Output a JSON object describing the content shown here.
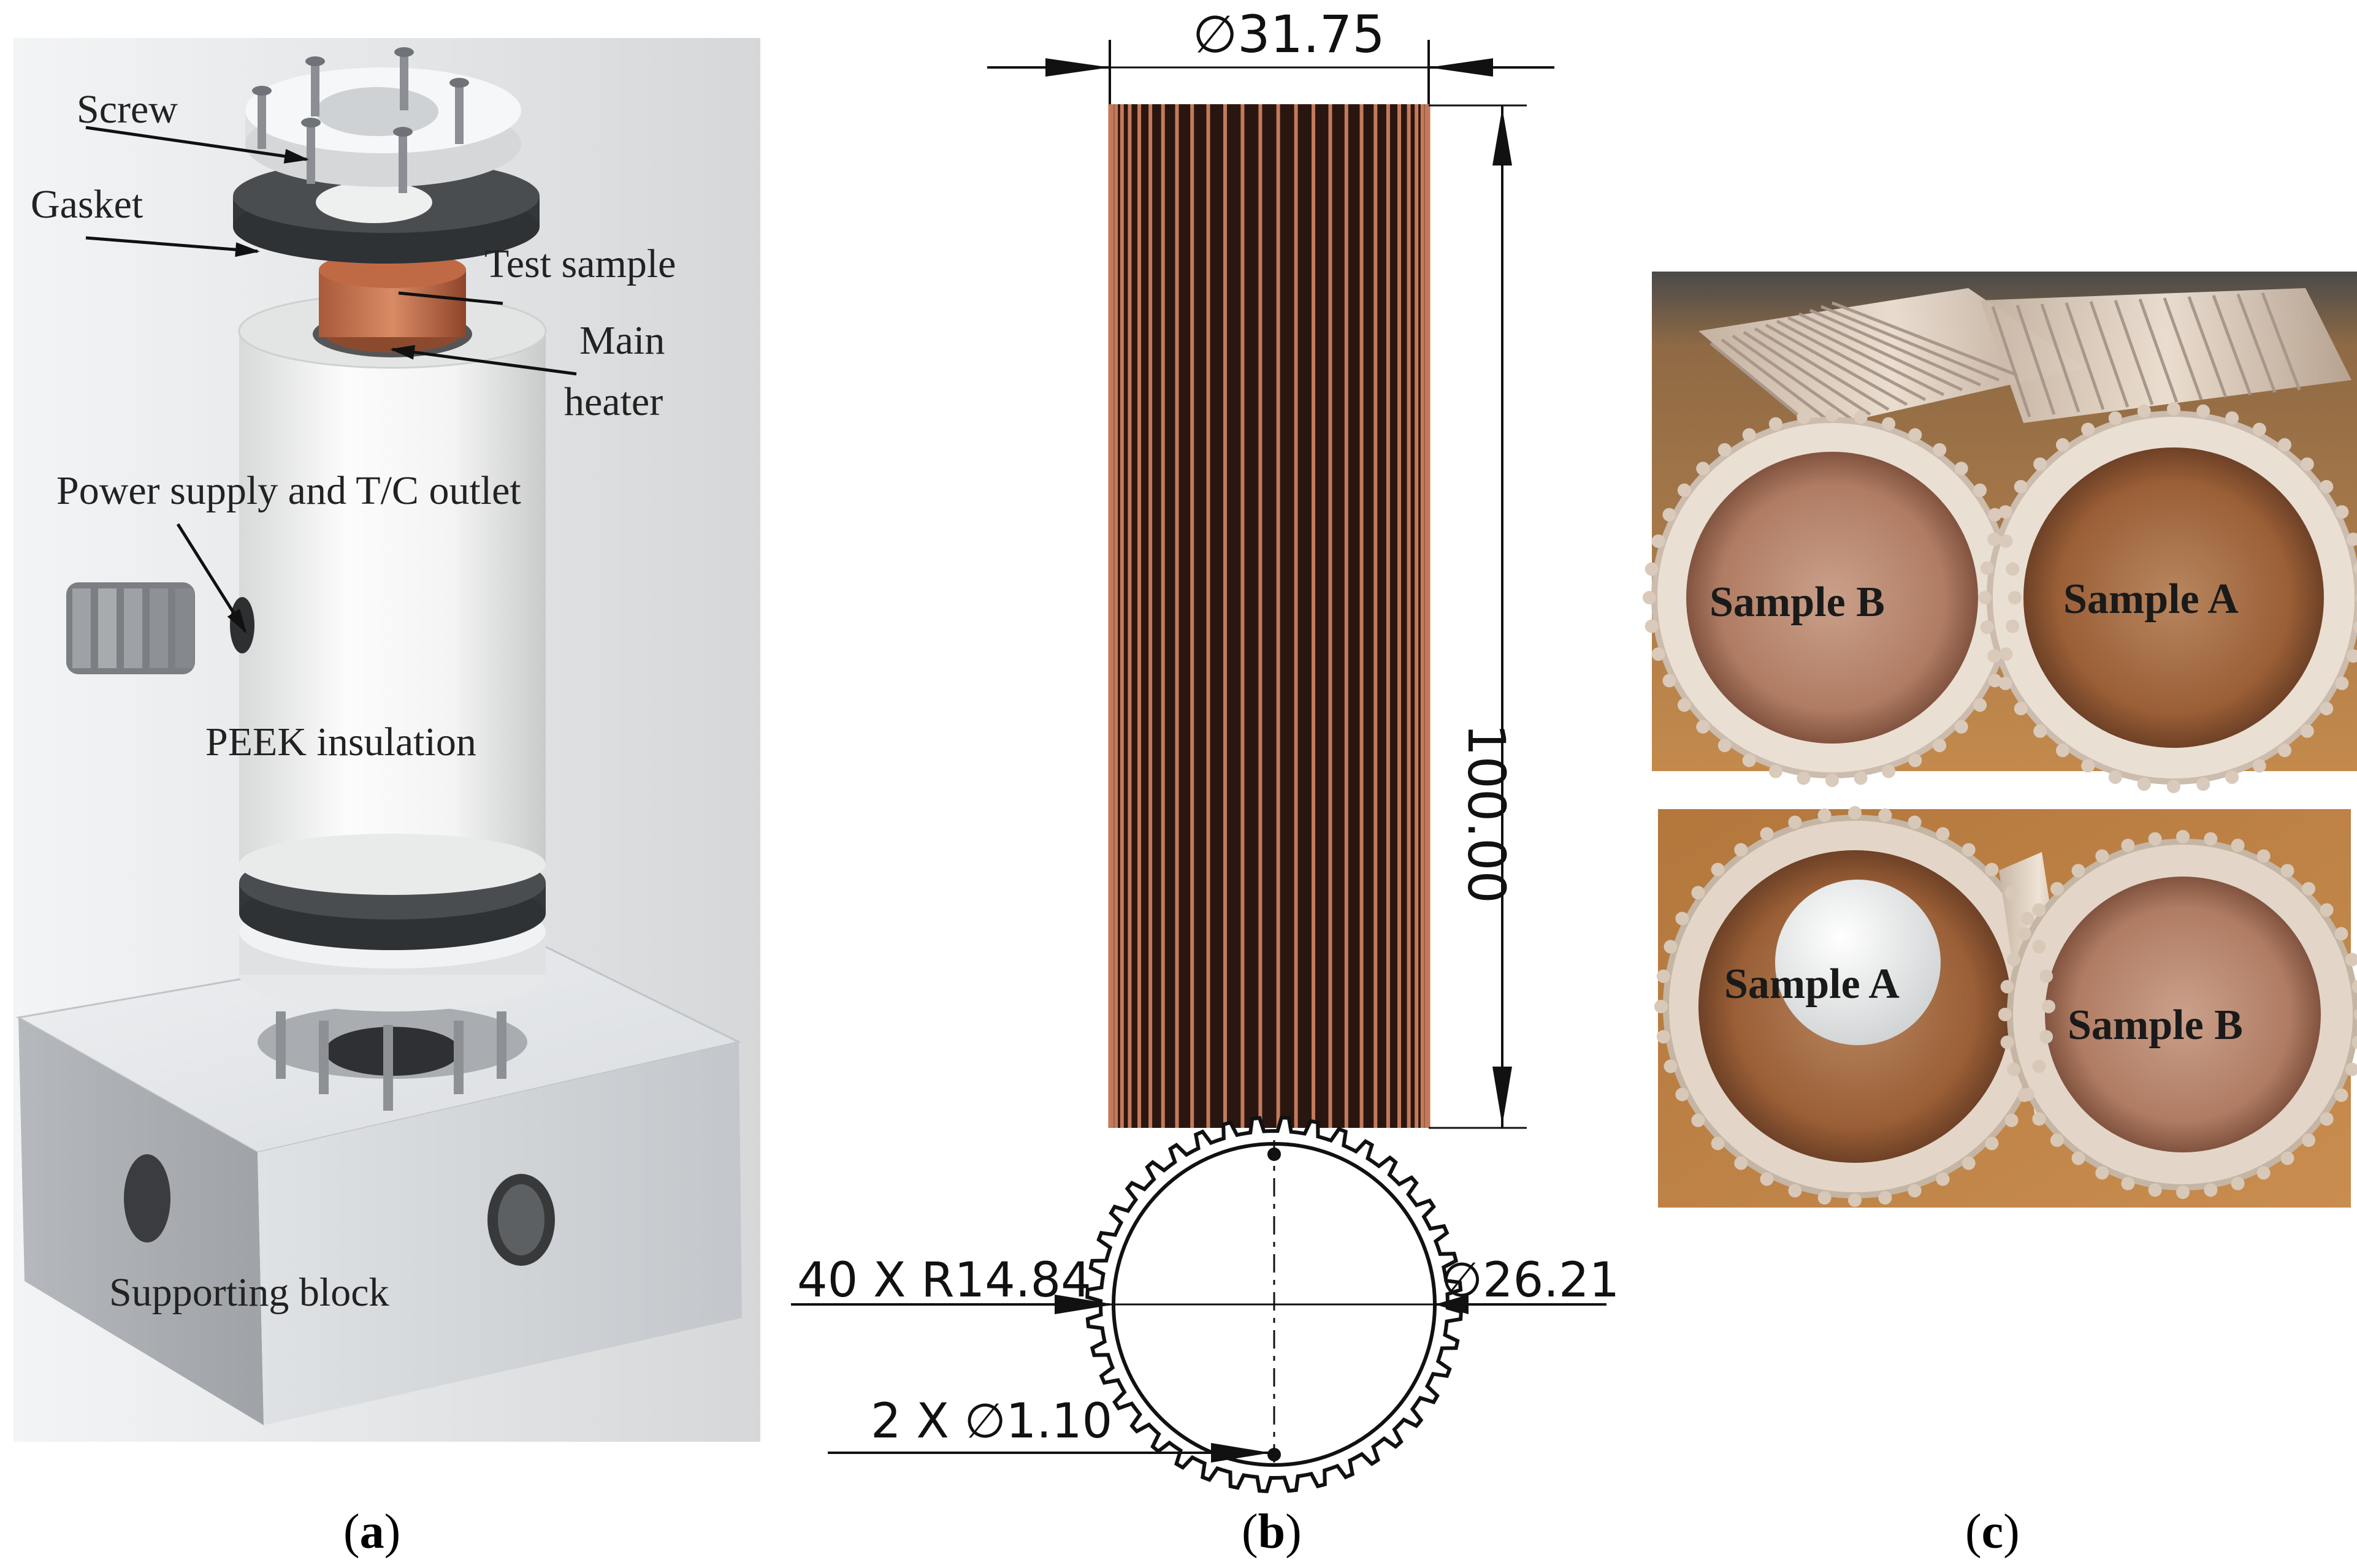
{
  "panel_a": {
    "labels": {
      "screw": "Screw",
      "gasket": "Gasket",
      "test_sample": "Test sample",
      "main_heater_1": "Main",
      "main_heater_2": "heater",
      "power_supply": "Power supply and T/C outlet",
      "peek": "PEEK insulation",
      "supporting_block": "Supporting block"
    },
    "caption": {
      "open": "(",
      "letter": "a",
      "close": ")"
    }
  },
  "panel_b": {
    "dims": {
      "outer_diameter": "31.75",
      "length": "100.00",
      "fins": "40 X R14.84",
      "inner_diameter": "26.21",
      "holes": "2 X ∅1.10"
    },
    "caption": {
      "open": "(",
      "letter": "b",
      "close": ")"
    }
  },
  "panel_c": {
    "top_photo": {
      "left_label": "Sample B",
      "right_label": "Sample A"
    },
    "bottom_photo": {
      "left_label": "Sample A",
      "right_label": "Sample B"
    },
    "caption": {
      "open": "(",
      "letter": "c",
      "close": ")"
    }
  },
  "colors": {
    "copper": "#c47a5a",
    "copper_dark": "#2a1610",
    "peek_white": "#eef0ef",
    "gasket": "#3a3d40",
    "wood": "#b0753a"
  }
}
